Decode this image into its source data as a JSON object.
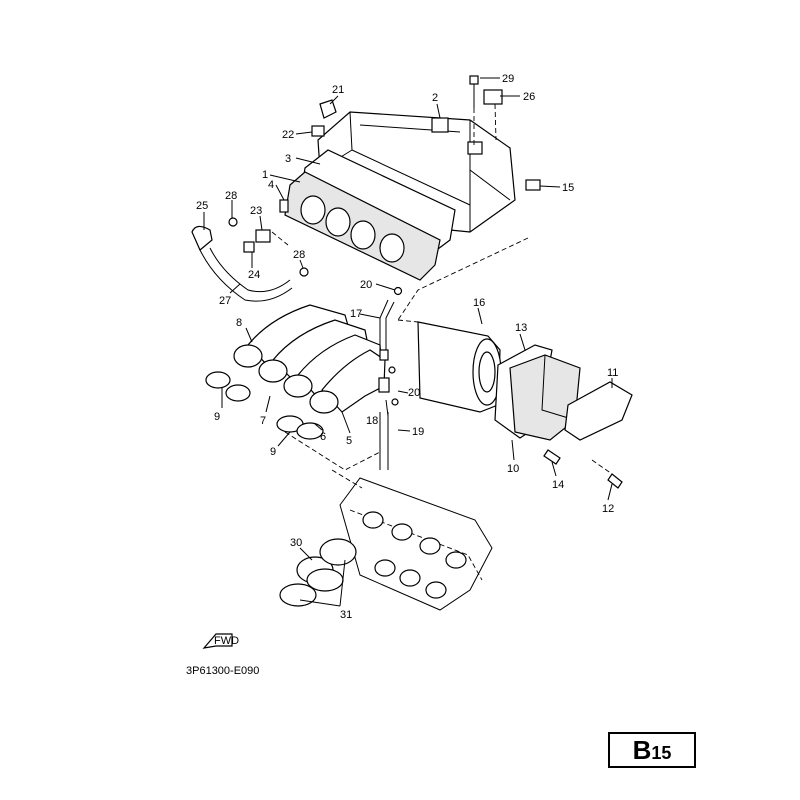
{
  "figure_code": "3P61300-E090",
  "fwd_label": "FWD",
  "page_badge": {
    "letter": "B",
    "number": "15"
  },
  "callouts": {
    "c1": "1",
    "c2": "2",
    "c3": "3",
    "c4": "4",
    "c5": "5",
    "c6": "6",
    "c7": "7",
    "c8": "8",
    "c9a": "9",
    "c9b": "9",
    "c10": "10",
    "c11": "11",
    "c12": "12",
    "c13": "13",
    "c14": "14",
    "c15": "15",
    "c16": "16",
    "c17": "17",
    "c18": "18",
    "c19": "19",
    "c20a": "20",
    "c20b": "20",
    "c21": "21",
    "c22": "22",
    "c23": "23",
    "c24": "24",
    "c25": "25",
    "c26": "26",
    "c27": "27",
    "c28a": "28",
    "c28b": "28",
    "c29": "29",
    "c30": "30",
    "c31": "31"
  }
}
